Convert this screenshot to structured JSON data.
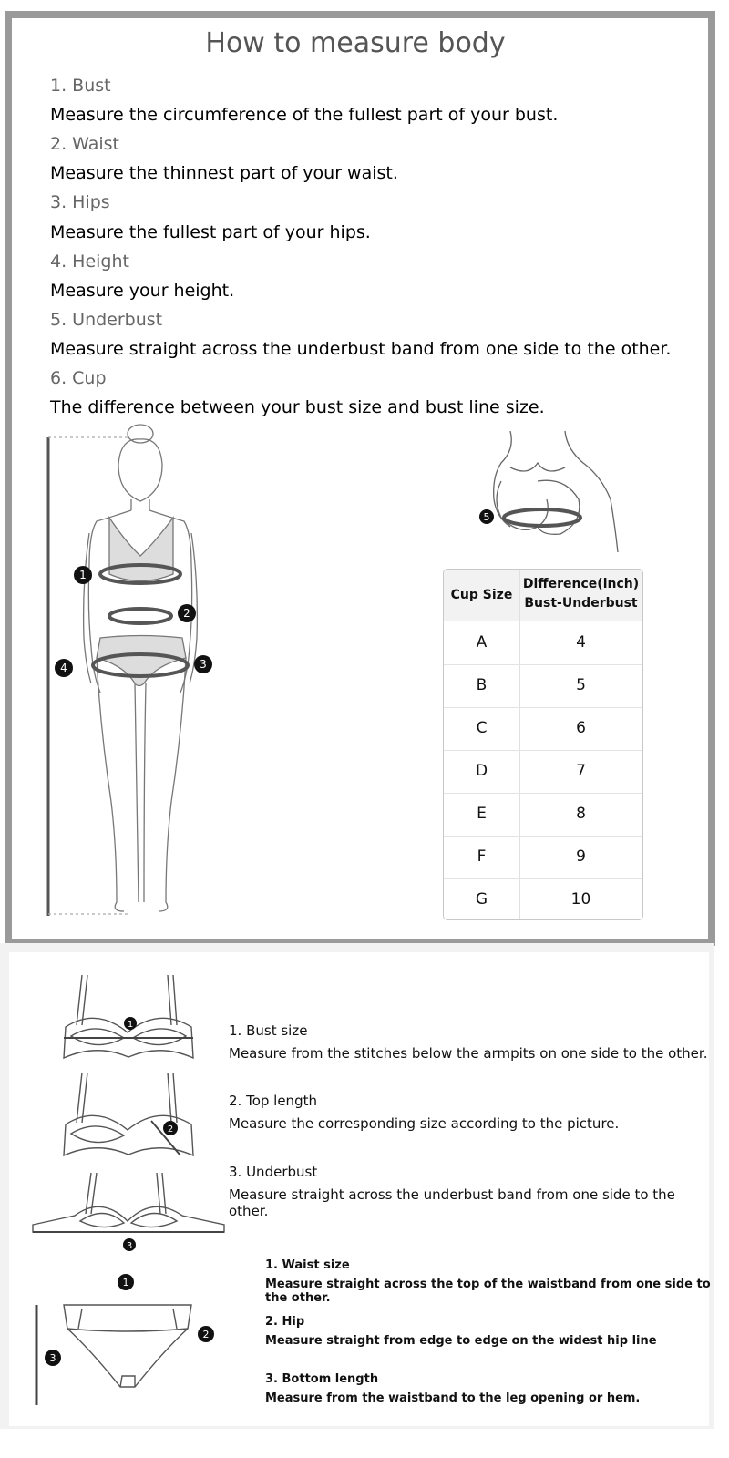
{
  "title": "How to measure body",
  "measures": [
    {
      "head": "1. Bust",
      "desc": "Measure the circumference of the fullest part of your bust."
    },
    {
      "head": "2. Waist",
      "desc": "Measure the thinnest part of your waist."
    },
    {
      "head": "3. Hips",
      "desc": "Measure the fullest part of your hips."
    },
    {
      "head": "4. Height",
      "desc": "Measure your height."
    },
    {
      "head": "5. Underbust",
      "desc": "Measure straight across the underbust band from one side to the other."
    },
    {
      "head": "6. Cup",
      "desc": "The difference between your bust size and bust line size."
    }
  ],
  "markers": {
    "m1": "1",
    "m2": "2",
    "m3": "3",
    "m4": "4",
    "m5": "5"
  },
  "cup_table": {
    "col1": "Cup Size",
    "col2_line1": "Difference(inch)",
    "col2_line2": "Bust-Underbust",
    "rows": [
      {
        "cup": "A",
        "diff": "4"
      },
      {
        "cup": "B",
        "diff": "5"
      },
      {
        "cup": "C",
        "diff": "6"
      },
      {
        "cup": "D",
        "diff": "7"
      },
      {
        "cup": "E",
        "diff": "8"
      },
      {
        "cup": "F",
        "diff": "9"
      },
      {
        "cup": "G",
        "diff": "10"
      }
    ]
  },
  "bra": [
    {
      "head": "1. Bust size",
      "desc": "Measure from the stitches below the armpits on one side to the other."
    },
    {
      "head": "2. Top length",
      "desc": "Measure the corresponding size according to the picture."
    },
    {
      "head": "3. Underbust",
      "desc": "Measure straight across the underbust band from one side to the other."
    }
  ],
  "panty": [
    {
      "head": "1. Waist size",
      "desc": "Measure straight across the top of the waistband from one side to the other."
    },
    {
      "head": "2. Hip",
      "desc": "Measure straight from edge to edge on the widest hip line"
    },
    {
      "head": "3. Bottom length",
      "desc": "Measure from the waistband to the leg opening or hem."
    }
  ]
}
